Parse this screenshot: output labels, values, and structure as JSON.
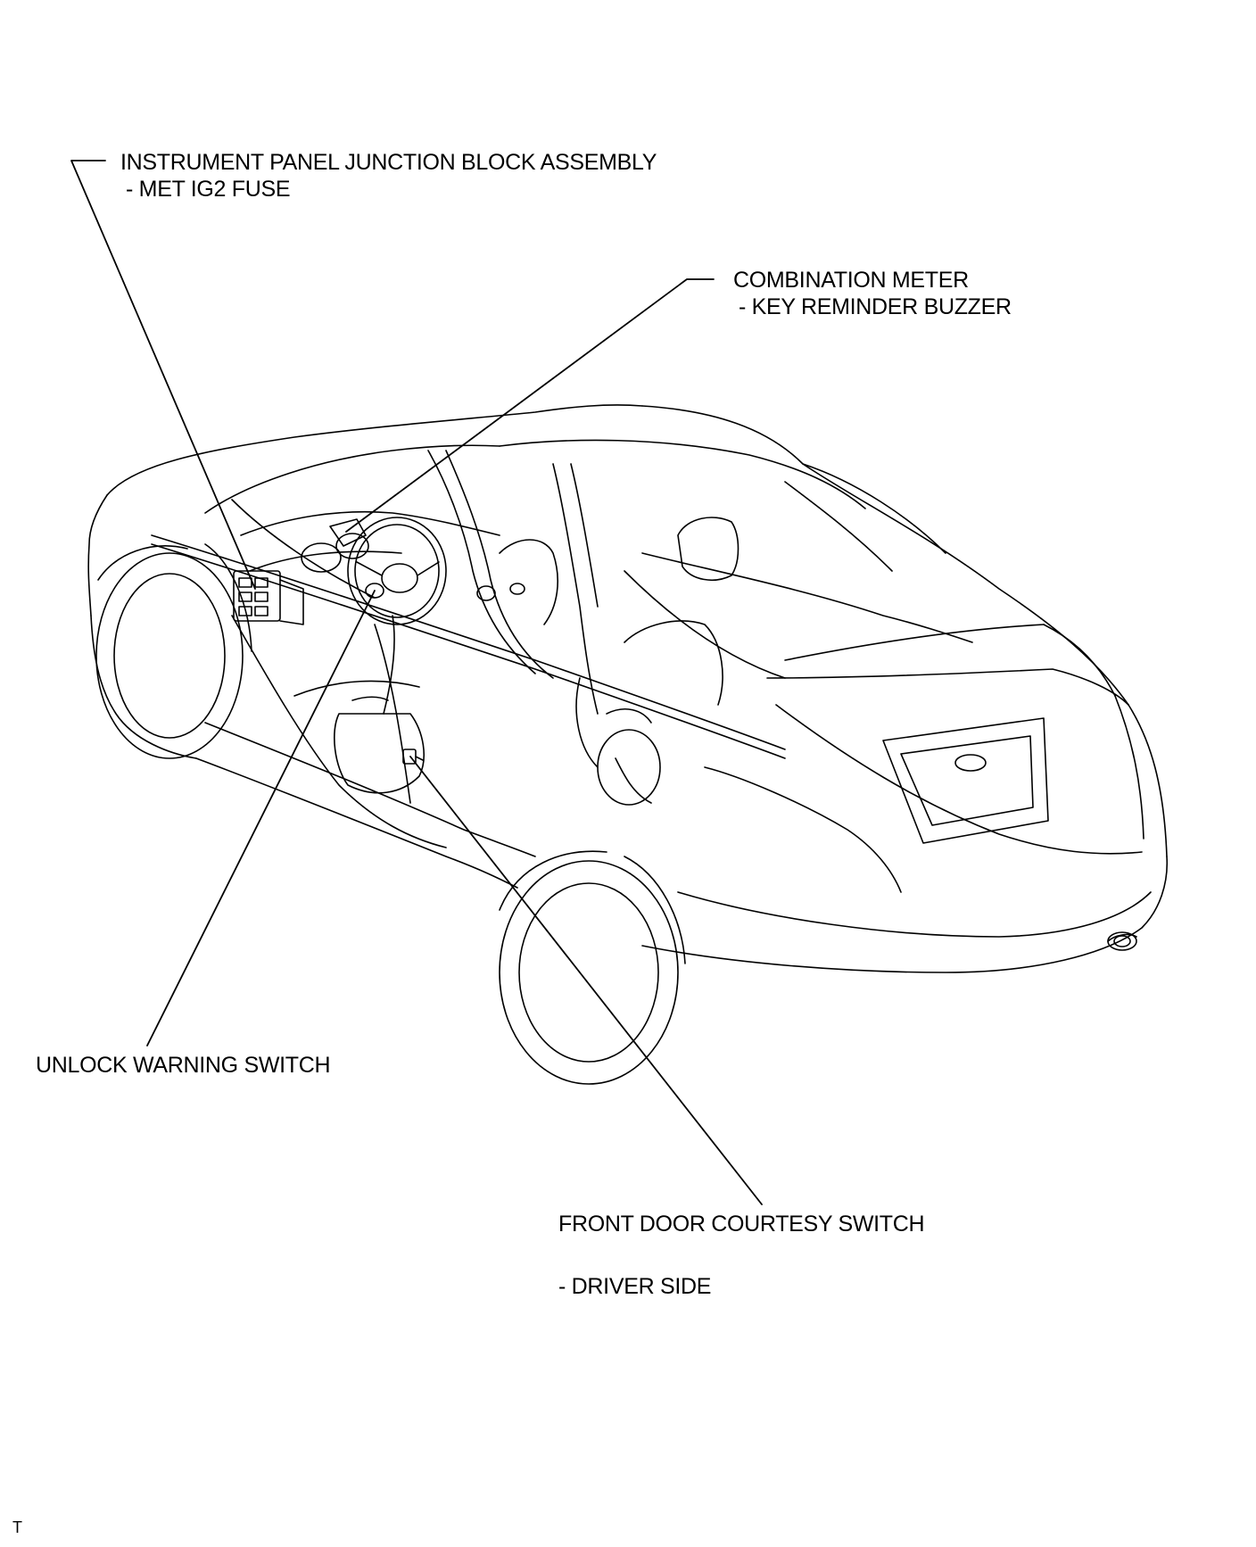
{
  "labels": {
    "junction_block": {
      "line1": "INSTRUMENT PANEL JUNCTION BLOCK ASSEMBLY",
      "line2": "- MET IG2 FUSE"
    },
    "combination_meter": {
      "line1": "COMBINATION METER",
      "line2": "- KEY REMINDER BUZZER"
    },
    "unlock_warning_switch": {
      "line1": "UNLOCK WARNING SWITCH"
    },
    "courtesy_switch": {
      "line1": "FRONT DOOR COURTESY SWITCH",
      "line2": "- DRIVER SIDE"
    }
  },
  "corner_mark": "T",
  "colors": {
    "line": "#000000",
    "background": "#ffffff"
  }
}
